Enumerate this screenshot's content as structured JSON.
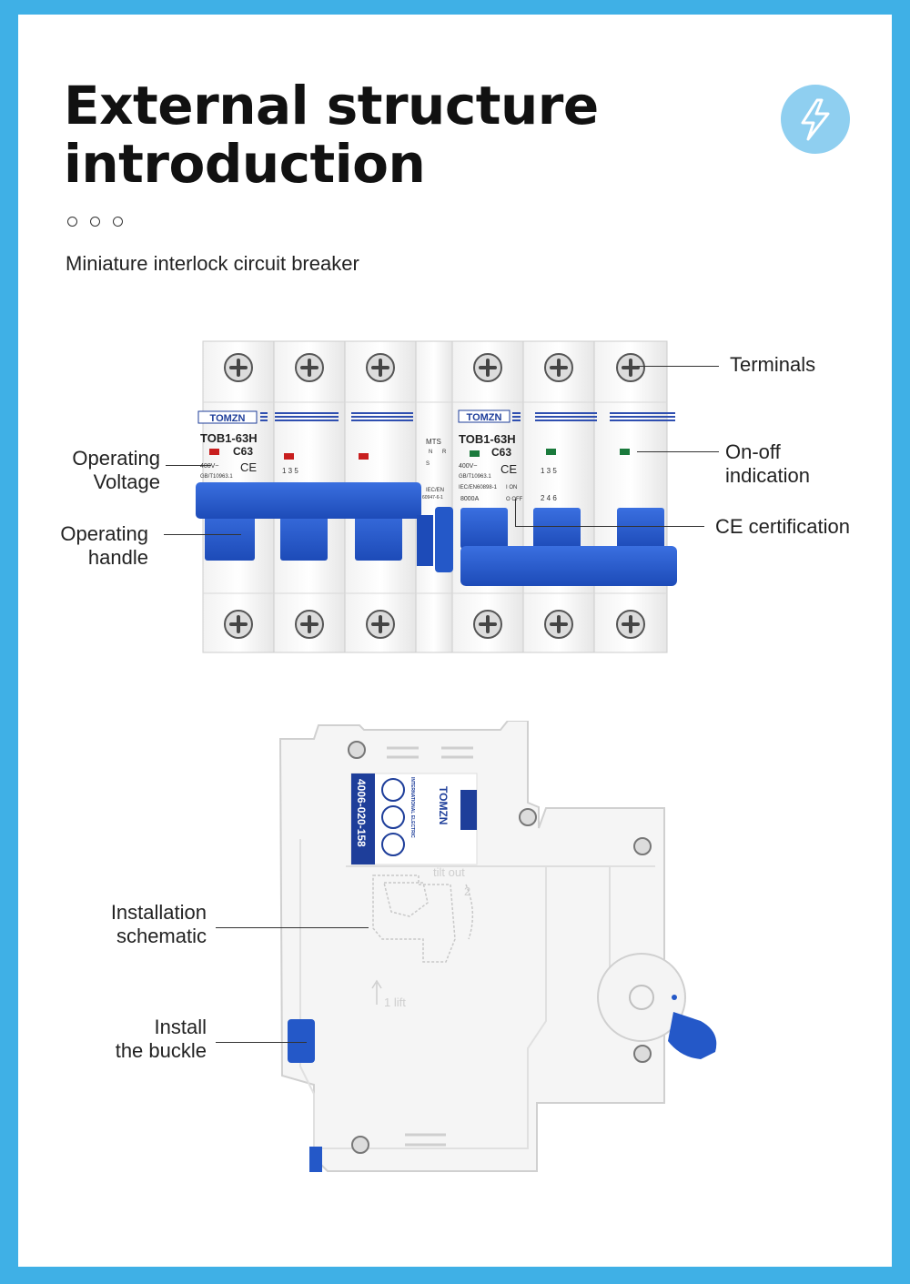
{
  "title_line1": "External structure",
  "title_line2": "introduction",
  "subtitle": "Miniature interlock circuit breaker",
  "colors": {
    "frame": "#3fb0e6",
    "handle_blue": "#2458c8",
    "badge": "#8fcff0"
  },
  "badge_icon": "lightning-icon",
  "callouts": {
    "terminals": "Terminals",
    "operating_voltage": [
      "Operating",
      "Voltage"
    ],
    "onoff": [
      "On-off",
      "indication"
    ],
    "operating_handle": [
      "Operating",
      "handle"
    ],
    "ce": "CE certification",
    "installation": [
      "Installation",
      "schematic"
    ],
    "buckle": [
      "Install",
      "the buckle"
    ]
  },
  "breaker": {
    "brand": "TOMZN",
    "model": "TOB1-63H",
    "rating": "C63",
    "voltage": "400V~",
    "standard": "GB/T10963.1",
    "mts": "MTS",
    "mts_n": "N",
    "mts_r": "R",
    "mts_s": "S",
    "iec_line1": "IEC/EN",
    "iec_line2": "60947-6-1",
    "iec_right": "IEC/EN60898-1",
    "capacity": "8000A",
    "on": "I ON",
    "off": "O OFF",
    "pole_top": "1  3  5",
    "pole_bottom": "2  4  6",
    "ce_mark": "CE"
  },
  "side": {
    "phone": "4006-020-158",
    "brand": "TOMZN",
    "company": "INTERNATIONAL ELECTRIC",
    "tilt_out": "tilt out",
    "two": "2",
    "lift": "1  lift"
  }
}
